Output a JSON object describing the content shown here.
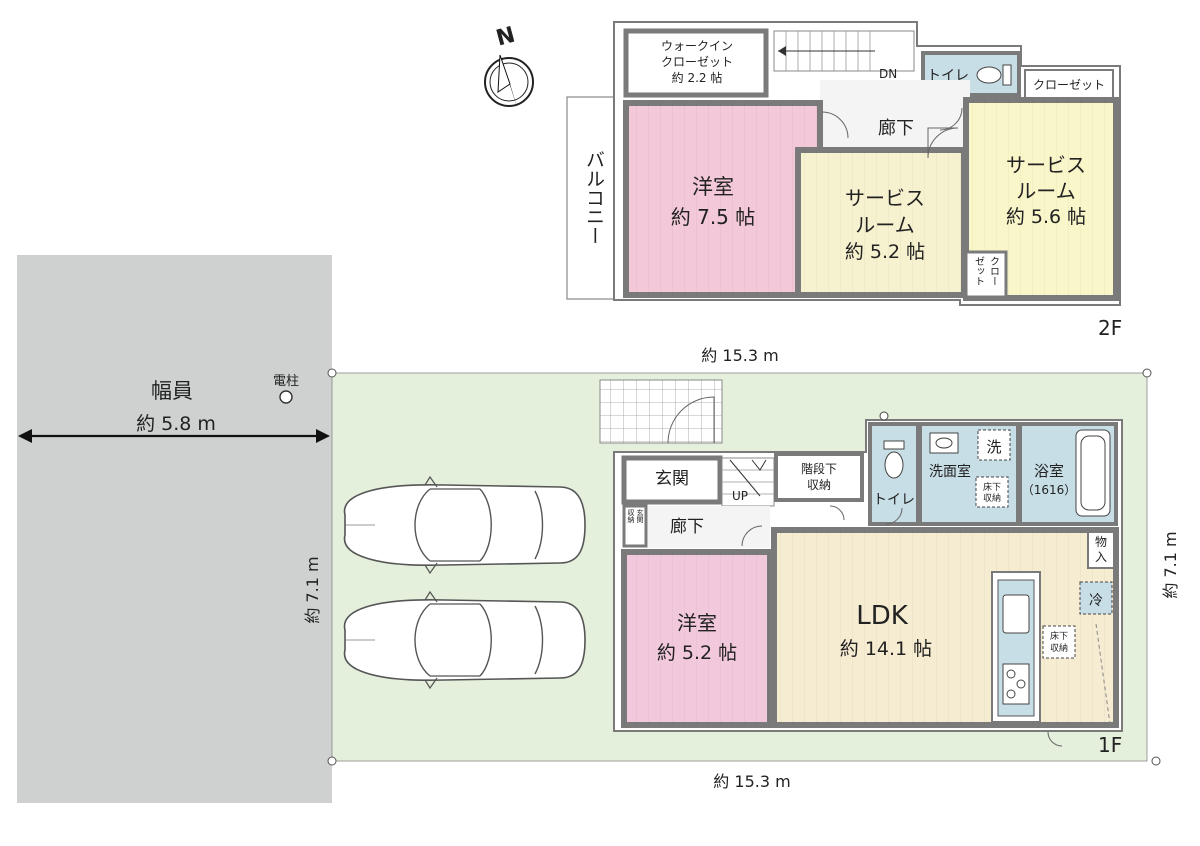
{
  "compass": {
    "north_label": "N"
  },
  "road": {
    "title": "幅員",
    "width": "約 5.8 m"
  },
  "pole": {
    "label": "電柱"
  },
  "site": {
    "dim_top": "約 15.3 m",
    "dim_bottom": "約 15.3 m",
    "dim_left": "約 7.1 m",
    "dim_right": "約 7.1 m"
  },
  "floor2": {
    "label": "2F",
    "walk_in_closet": [
      "ウォークイン",
      "クローゼット",
      "約 2.2 帖"
    ],
    "dn": "DN",
    "toilet": "トイレ",
    "closet": "クローゼット",
    "hallway": "廊下",
    "balcony": "バルコニー",
    "western_room": [
      "洋室",
      "約 7.5 帖"
    ],
    "service_room_1": [
      "サービス",
      "ルーム",
      "約 5.2 帖"
    ],
    "service_room_2": [
      "サービス",
      "ルーム",
      "約 5.6 帖"
    ],
    "small_closet": [
      "クロー",
      "ゼット"
    ]
  },
  "floor1": {
    "label": "1F",
    "entrance": "玄関",
    "up": "UP",
    "entrance_storage": [
      "玄関",
      "収納"
    ],
    "hallway": "廊下",
    "under_stair_storage": [
      "階段下",
      "収納"
    ],
    "toilet": "トイレ",
    "wash": "洗",
    "washroom": "洗面室",
    "floor_storage_1": [
      "床下",
      "収納"
    ],
    "bathroom": [
      "浴室",
      "（1616）"
    ],
    "storage": [
      "物",
      "入"
    ],
    "fridge": "冷",
    "ldk": [
      "LDK",
      "約 14.1 帖"
    ],
    "floor_storage_2": [
      "床下",
      "収納"
    ],
    "western_room": [
      "洋室",
      "約 5.2 帖"
    ]
  },
  "colors": {
    "road": "#cfd1d1",
    "site": "#e4efdc",
    "wall": "#7a7a7a",
    "pink": "#f3c8d8",
    "pink_1f": "#f2c9dc",
    "cream": "#f6f1cf",
    "yellow": "#f9f6c9",
    "ldk": "#f6ecd2",
    "wet": "#c8dee6",
    "hall": "#f4f4f4"
  }
}
